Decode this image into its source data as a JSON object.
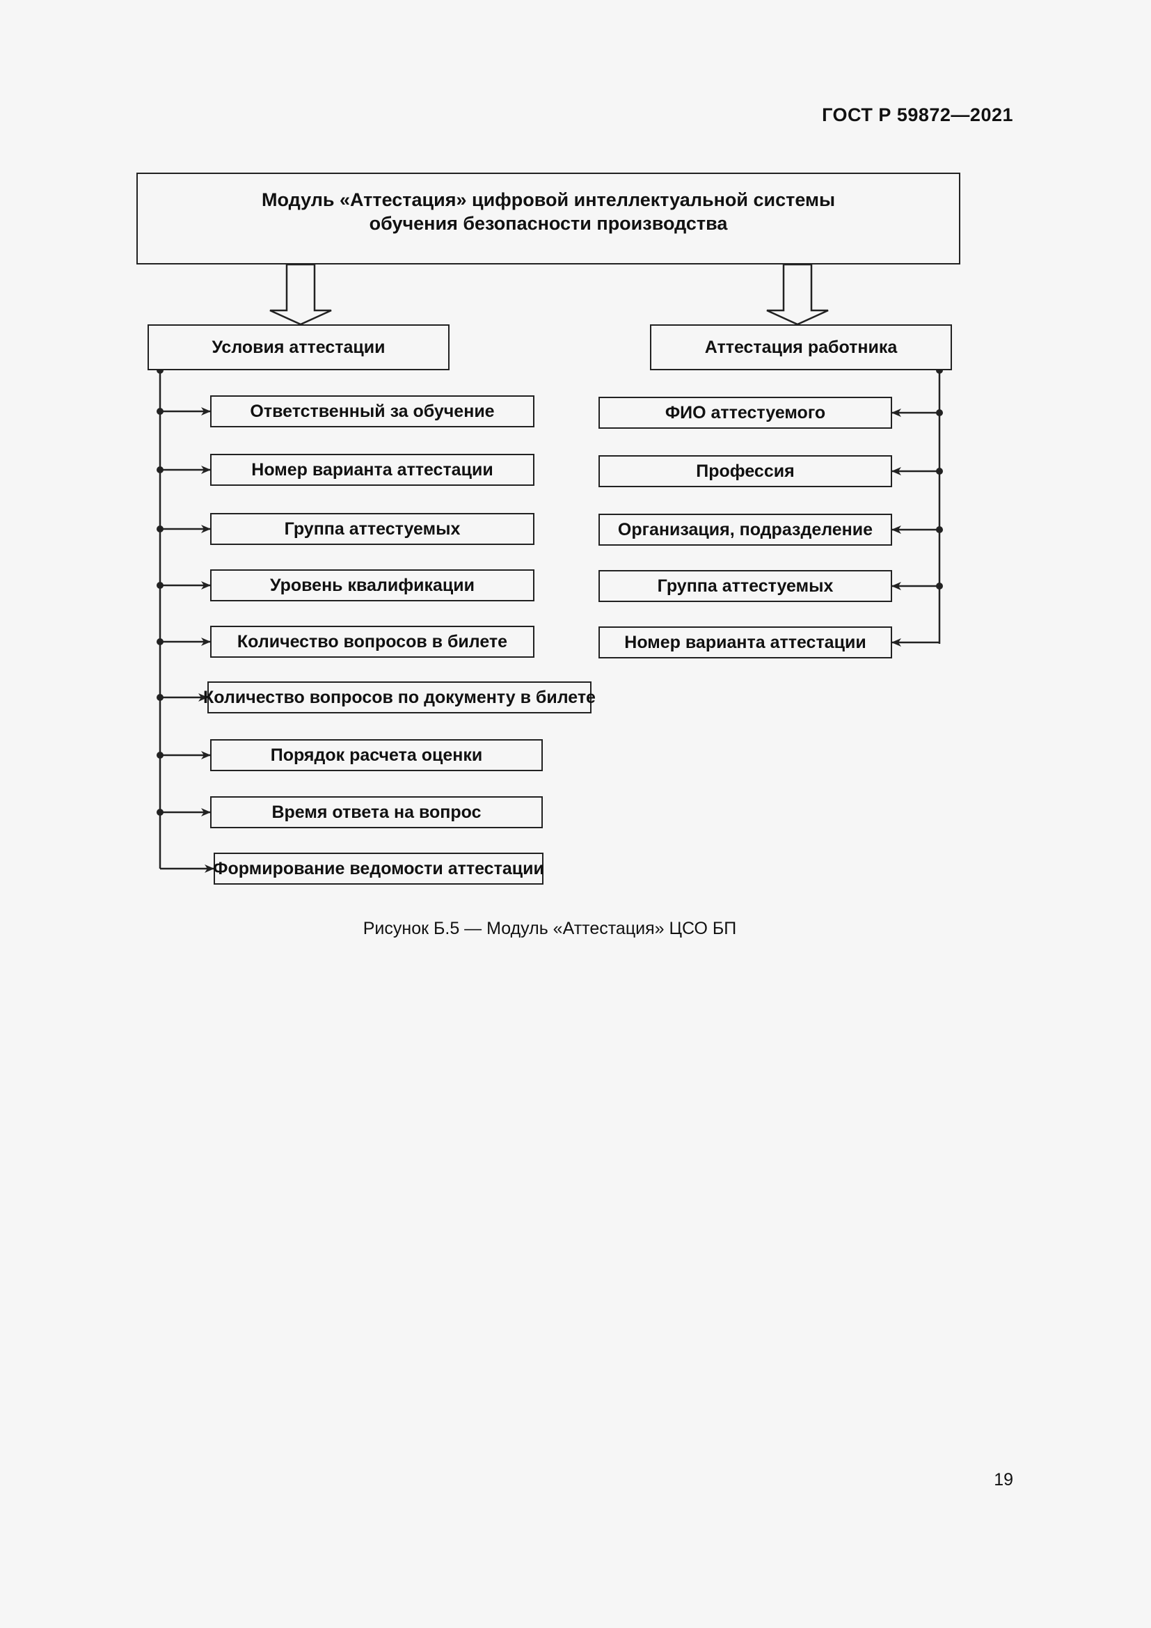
{
  "document": {
    "code": "ГОСТ Р 59872—2021",
    "page_number": "19",
    "caption": "Рисунок Б.5 — Модуль «Аттестация» ЦСО БП"
  },
  "diagram": {
    "root": {
      "line1": "Модуль  «Аттестация» цифровой интеллектуальной системы",
      "line2": "обучения безопасности производства"
    },
    "left_branch": {
      "title": "Условия аттестации",
      "items": [
        "Ответственный за обучение",
        "Номер варианта аттестации",
        "Группа аттестуемых",
        "Уровень квалификации",
        "Количество вопросов в билете",
        "Количество вопросов по документу в билете",
        "Порядок расчета оценки",
        "Время ответа на вопрос",
        "Формирование ведомости аттестации"
      ]
    },
    "right_branch": {
      "title": "Аттестация работника",
      "items": [
        "ФИО аттестуемого",
        "Профессия",
        "Организация, подразделение",
        "Группа аттестуемых",
        "Номер варианта аттестации"
      ]
    }
  }
}
